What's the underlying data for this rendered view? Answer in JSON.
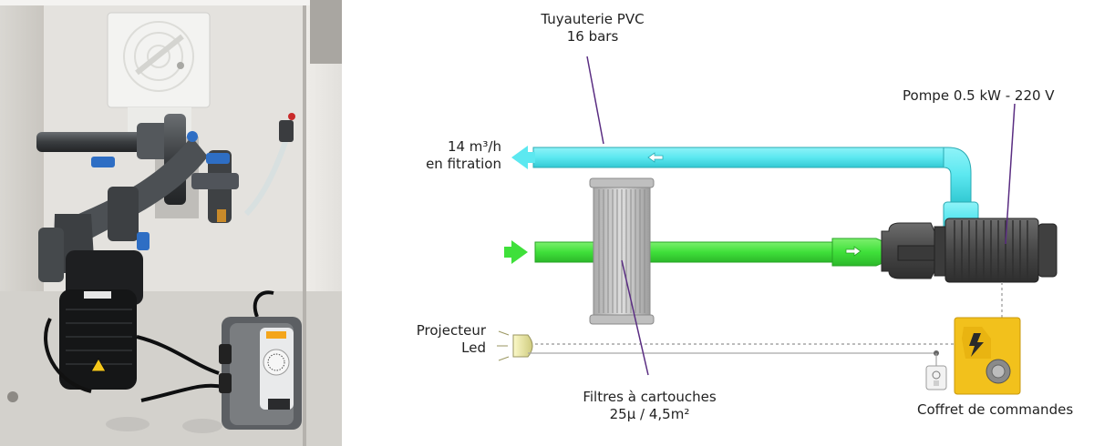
{
  "labels": {
    "pipe": [
      "Tuyauterie PVC",
      "16 bars"
    ],
    "pump": "Pompe 0.5 kW - 220 V",
    "outflow": [
      "14 m³/h",
      "en fitration"
    ],
    "projector": [
      "Projecteur",
      "Led"
    ],
    "filter": [
      "Filtres à cartouches",
      "25µ / 4,5m²"
    ],
    "control": "Coffret de commandes"
  },
  "colors": {
    "return_pipe": "#5ce8f0",
    "suction_pipe": "#3fe03a",
    "pump_body": "#4a4a4a",
    "control_box": "#f2c11c",
    "leader_line": "#5a2d82"
  },
  "icons": {
    "return_arrow": "arrow-left-icon",
    "suction_arrow": "arrow-right-icon",
    "control_box": "lightning-icon"
  }
}
